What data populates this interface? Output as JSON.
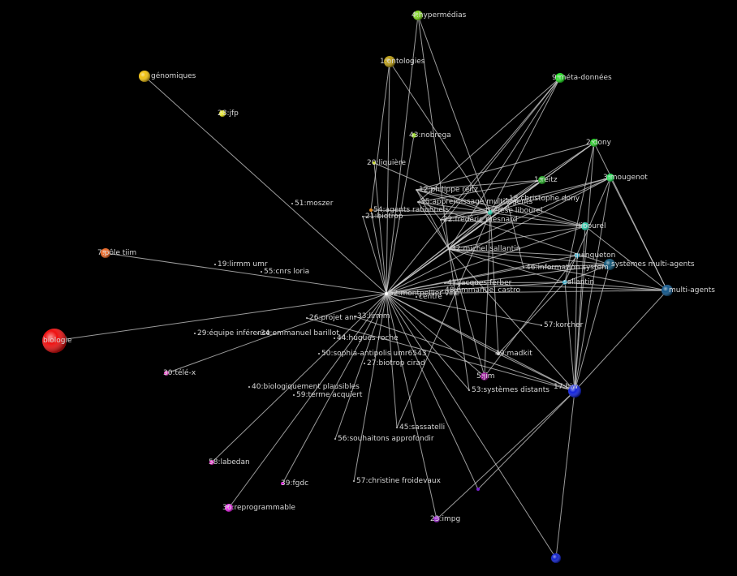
{
  "graph": {
    "hub_label": "52:montpellier ville",
    "nodes": [
      {
        "id": "hub",
        "label": "52:montpellier ville",
        "color": "#ffffff",
        "r": 2
      },
      {
        "id": "n4",
        "label": "4:hypermédias",
        "color": "#7fd81e",
        "r": 6
      },
      {
        "id": "n1",
        "label": "1:ontologies",
        "color": "#b89a10",
        "r": 7
      },
      {
        "id": "n9",
        "label": "9:méta-données",
        "color": "#22dd22",
        "r": 6
      },
      {
        "id": "genomiques",
        "label": "génomiques",
        "color": "#f0c010",
        "r": 7
      },
      {
        "id": "n28",
        "label": "28:jfp",
        "color": "#eeee10",
        "r": 4
      },
      {
        "id": "n43",
        "label": "43:nobrega",
        "color": "#99dd22",
        "r": 3
      },
      {
        "id": "n2",
        "label": "2:dony",
        "color": "#22cc22",
        "r": 5
      },
      {
        "id": "n1reitz",
        "label": "1:reitz",
        "color": "#22aa22",
        "r": 5
      },
      {
        "id": "n3",
        "label": "3:mougenot",
        "color": "#22dd55",
        "r": 5
      },
      {
        "id": "n20",
        "label": "20:liquière",
        "color": "#ccdd22",
        "r": 2
      },
      {
        "id": "n12",
        "label": "12:philippe reitz",
        "color": "#cccccc",
        "r": 1
      },
      {
        "id": "n18",
        "label": "18:christophe dony",
        "color": "#cccccc",
        "r": 1
      },
      {
        "id": "n35",
        "label": "35:apprentissage multi-agents",
        "color": "#cccccc",
        "r": 1
      },
      {
        "id": "therese",
        "label": "thérèse libourel",
        "color": "#22ccaa",
        "r": 3
      },
      {
        "id": "n51",
        "label": "51:moszer",
        "color": "#cccccc",
        "r": 1
      },
      {
        "id": "n54",
        "label": "54:agents rationnels",
        "color": "#dd8822",
        "r": 2
      },
      {
        "id": "n21",
        "label": "21:biotrop",
        "color": "#cccccc",
        "r": 1
      },
      {
        "id": "n22",
        "label": "22:frédéric mesnard",
        "color": "#cccccc",
        "r": 1
      },
      {
        "id": "libourel",
        "label": "libourel",
        "color": "#22ccaa",
        "r": 5
      },
      {
        "id": "n7",
        "label": "7:pôle tiim",
        "color": "#ee6622",
        "r": 6
      },
      {
        "id": "n32",
        "label": "32:michel sallantin",
        "color": "#cccccc",
        "r": 1
      },
      {
        "id": "quinqueton",
        "label": "quinqueton",
        "color": "#22aacc",
        "r": 3
      },
      {
        "id": "sma",
        "label": "systèmes multi-agents",
        "color": "#115577",
        "r": 7
      },
      {
        "id": "n19",
        "label": "19:lirmm umr",
        "color": "#cccccc",
        "r": 1
      },
      {
        "id": "n55",
        "label": "55:cnrs loria",
        "color": "#cccccc",
        "r": 1
      },
      {
        "id": "n46",
        "label": "46:information system",
        "color": "#cccccc",
        "r": 1
      },
      {
        "id": "sallantin",
        "label": "sallantin",
        "color": "#22aacc",
        "r": 3
      },
      {
        "id": "ma",
        "label": "multi-agents",
        "color": "#115588",
        "r": 7
      },
      {
        "id": "n47",
        "label": "47:jacques ferber",
        "color": "#cccccc",
        "r": 1
      },
      {
        "id": "n48",
        "label": "48:emmanuel castro",
        "color": "#cccccc",
        "r": 1
      },
      {
        "id": "centre",
        "label": "centre",
        "color": "#cccccc",
        "r": 1
      },
      {
        "id": "n33",
        "label": "33:lirmm",
        "color": "#cccccc",
        "r": 1
      },
      {
        "id": "biologie",
        "label": "biologie",
        "color": "#ee1111",
        "r": 15
      },
      {
        "id": "n26",
        "label": "26:projet anr",
        "color": "#cccccc",
        "r": 1
      },
      {
        "id": "n57k",
        "label": "57:korcher",
        "color": "#cccccc",
        "r": 1
      },
      {
        "id": "n29",
        "label": "29:équipe inférence",
        "color": "#cccccc",
        "r": 1
      },
      {
        "id": "n34",
        "label": "34:emmanuel barillot",
        "color": "#cccccc",
        "r": 1
      },
      {
        "id": "n44",
        "label": "44:hugues roche",
        "color": "#cccccc",
        "r": 1
      },
      {
        "id": "n49",
        "label": "49:madkit",
        "color": "#cccccc",
        "r": 2
      },
      {
        "id": "n50",
        "label": "50:sophia-antipolis umr6543",
        "color": "#cccccc",
        "r": 1
      },
      {
        "id": "n27",
        "label": "27:biotrop cirad",
        "color": "#cccccc",
        "r": 1
      },
      {
        "id": "n30",
        "label": "30:télé-x",
        "color": "#ee44cc",
        "r": 3
      },
      {
        "id": "n5",
        "label": "5:jim",
        "color": "#991199",
        "r": 5
      },
      {
        "id": "n17",
        "label": "17:hiw",
        "color": "#1122dd",
        "r": 8
      },
      {
        "id": "n53",
        "label": "53:systèmes distants",
        "color": "#cccccc",
        "r": 1
      },
      {
        "id": "n40",
        "label": "40:biologiquement plausibles",
        "color": "#cccccc",
        "r": 1
      },
      {
        "id": "n59",
        "label": "59:terme acquiert",
        "color": "#cccccc",
        "r": 1
      },
      {
        "id": "n45",
        "label": "45:sassatelli",
        "color": "#cccccc",
        "r": 1
      },
      {
        "id": "n56",
        "label": "56:souhaitons approfondir",
        "color": "#cccccc",
        "r": 1
      },
      {
        "id": "n58",
        "label": "58:labedan",
        "color": "#ee22cc",
        "r": 3
      },
      {
        "id": "n39",
        "label": "39:fgdc",
        "color": "#cc22cc",
        "r": 2
      },
      {
        "id": "n57c",
        "label": "57:christine froidevaux",
        "color": "#cccccc",
        "r": 1
      },
      {
        "id": "n36",
        "label": "36:reprogrammable",
        "color": "#ee22ee",
        "r": 5
      },
      {
        "id": "n23",
        "label": "23:impg",
        "color": "#9922cc",
        "r": 4
      },
      {
        "id": "purple2",
        "label": "",
        "color": "#7722cc",
        "r": 2
      },
      {
        "id": "blue",
        "label": "",
        "color": "#1122cc",
        "r": 6
      }
    ]
  }
}
